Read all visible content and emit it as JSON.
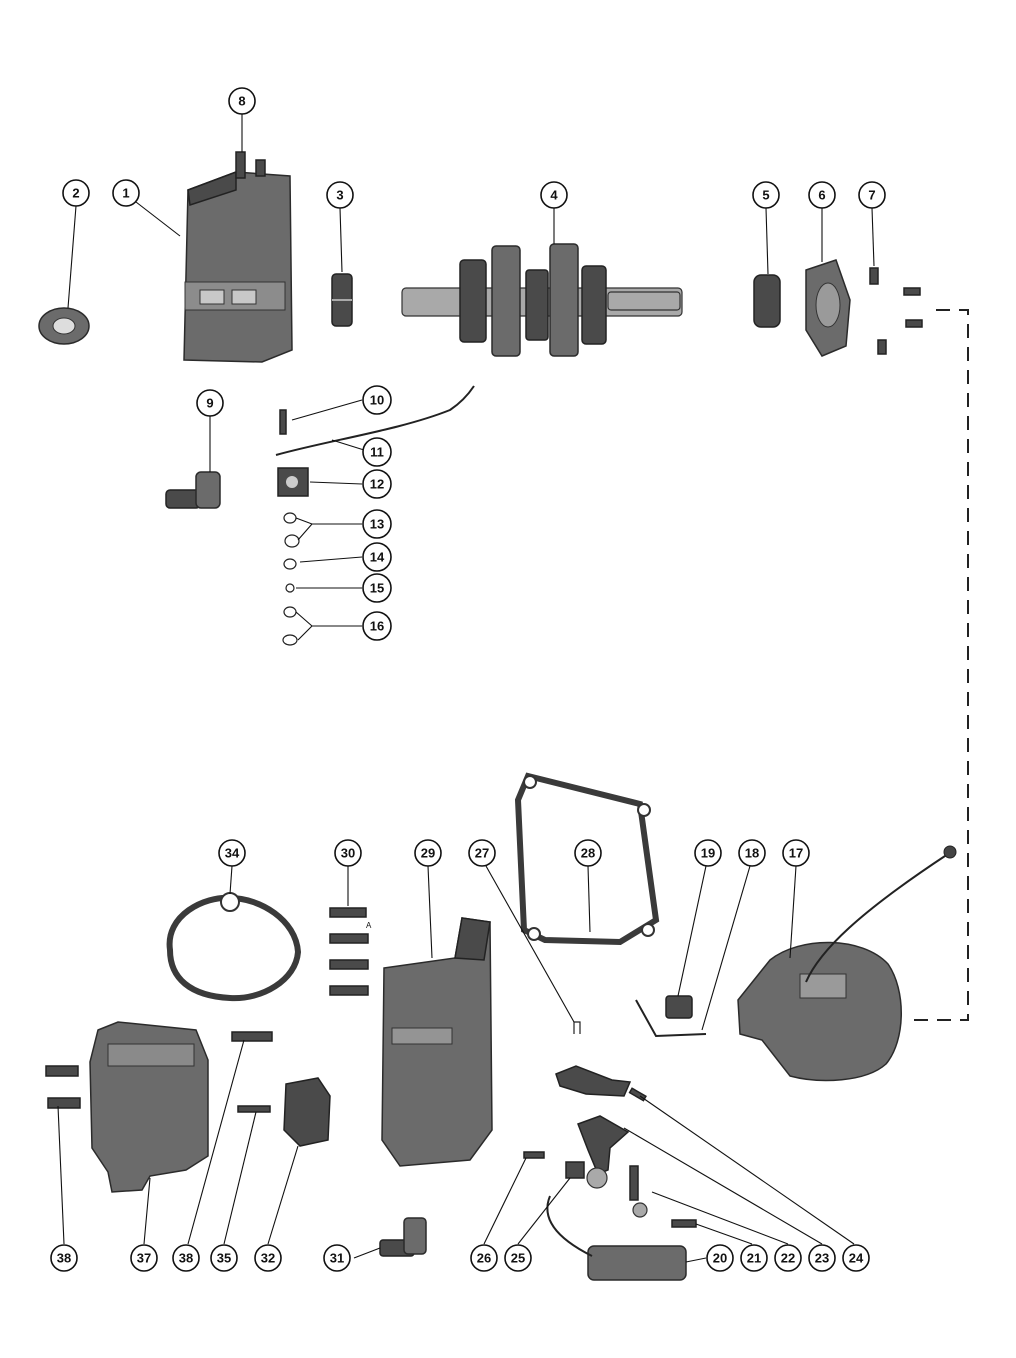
{
  "callouts": [
    {
      "id": "c8",
      "label": "8"
    },
    {
      "id": "c2",
      "label": "2"
    },
    {
      "id": "c1",
      "label": "1"
    },
    {
      "id": "c3",
      "label": "3"
    },
    {
      "id": "c4",
      "label": "4"
    },
    {
      "id": "c5",
      "label": "5"
    },
    {
      "id": "c6",
      "label": "6"
    },
    {
      "id": "c7",
      "label": "7"
    },
    {
      "id": "c9",
      "label": "9"
    },
    {
      "id": "c10",
      "label": "10"
    },
    {
      "id": "c11",
      "label": "11"
    },
    {
      "id": "c12",
      "label": "12"
    },
    {
      "id": "c13",
      "label": "13"
    },
    {
      "id": "c14",
      "label": "14"
    },
    {
      "id": "c15",
      "label": "15"
    },
    {
      "id": "c16",
      "label": "16"
    },
    {
      "id": "c34",
      "label": "34"
    },
    {
      "id": "c30",
      "label": "30"
    },
    {
      "id": "c29",
      "label": "29"
    },
    {
      "id": "c27",
      "label": "27"
    },
    {
      "id": "c28",
      "label": "28"
    },
    {
      "id": "c19",
      "label": "19"
    },
    {
      "id": "c18",
      "label": "18"
    },
    {
      "id": "c17",
      "label": "17"
    },
    {
      "id": "c38a",
      "label": "38"
    },
    {
      "id": "c37",
      "label": "37"
    },
    {
      "id": "c38b",
      "label": "38"
    },
    {
      "id": "c35",
      "label": "35"
    },
    {
      "id": "c32",
      "label": "32"
    },
    {
      "id": "c31",
      "label": "31"
    },
    {
      "id": "c26",
      "label": "26"
    },
    {
      "id": "c25",
      "label": "25"
    },
    {
      "id": "c20",
      "label": "20"
    },
    {
      "id": "c21",
      "label": "21"
    },
    {
      "id": "c22",
      "label": "22"
    },
    {
      "id": "c23",
      "label": "23"
    },
    {
      "id": "c24",
      "label": "24"
    }
  ],
  "bolt_marks": {
    "bolt_a_label": "A"
  }
}
